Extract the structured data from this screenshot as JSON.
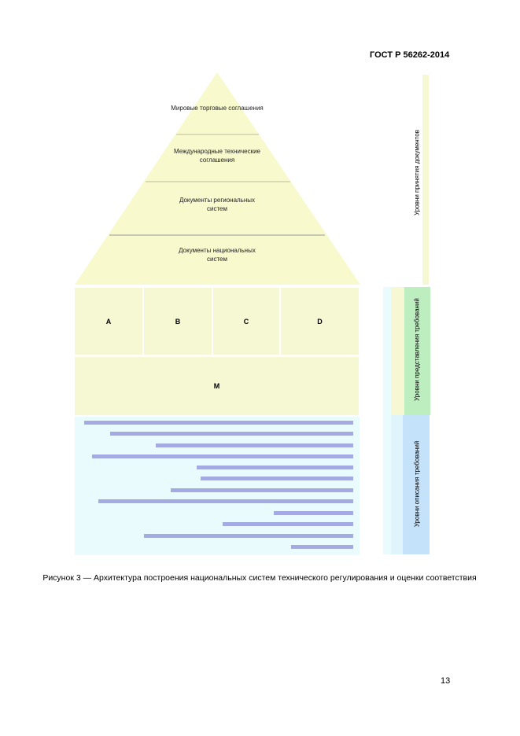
{
  "header": {
    "standard": "ГОСТ Р 56262-2014"
  },
  "pyramid": {
    "levels": [
      {
        "label": "Мировые торговые соглашения"
      },
      {
        "label": "Международные технические соглашения"
      },
      {
        "label": "Документы региональных систем"
      },
      {
        "label": "Документы национальных систем"
      }
    ]
  },
  "blocks": {
    "a": "A",
    "b": "B",
    "c": "C",
    "d": "D",
    "m": "M"
  },
  "side_labels": {
    "adoption": "Уровни принятия документов",
    "presentation": "Уровни представления требований",
    "description": "Уровни описания требований"
  },
  "caption": "Рисунок 3 — Архитектура построения национальных систем технического регулирования и оценки соответствия",
  "page_number": "13",
  "colors": {
    "yellow": "#f6f8d4",
    "green": "#bdeec0",
    "blue": "#c4e2fa",
    "bars": "#a4abe3",
    "paleblue": "#eafbfd"
  }
}
